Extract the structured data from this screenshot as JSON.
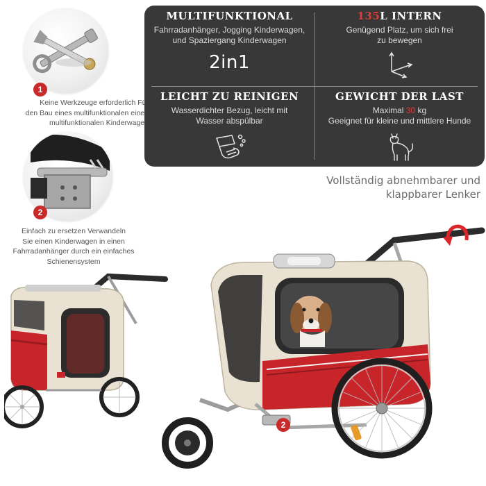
{
  "callouts": [
    {
      "number": "1",
      "text_lines": [
        "Keine Werkzeuge erforderlich Für",
        "den Bau eines multifunktionalen einen",
        "multifunktionalen Kinderwagen"
      ]
    },
    {
      "number": "2",
      "text_lines": [
        "Einfach zu ersetzen Verwandeln",
        "Sie einen Kinderwagen in einen",
        "Fahrradanhänger durch ein einfaches",
        "Schienensystem"
      ]
    }
  ],
  "features": {
    "top_left": {
      "title": "MULTIFUNKTIONAL",
      "desc_lines": [
        "Fahrradanhänger, Jogging Kinderwagen,",
        "und Spaziergang Kinderwagen"
      ],
      "big": "2in1"
    },
    "top_right": {
      "title_accent": "135",
      "title_rest": "L INTERN",
      "desc_lines": [
        "Genügend Platz, um sich frei",
        "zu bewegen"
      ],
      "icon": "3d-axes-icon"
    },
    "bottom_left": {
      "title": "LEICHT ZU REINIGEN",
      "desc_lines": [
        "Wasserdichter Bezug, leicht mit",
        "Wasser abspülbar"
      ],
      "icon": "cleaning-hand-icon"
    },
    "bottom_right": {
      "title": "GEWICHT DER LAST",
      "desc_prefix": "Maximal ",
      "desc_accent": "30",
      "desc_suffix": " kg",
      "desc_line2": "Geeignet für kleine und mittlere Hunde",
      "icon": "cat-icon"
    }
  },
  "handle_caption_lines": [
    "Vollständig abnehmbarer und",
    "klappbarer Lenker"
  ],
  "stroller_badge": "2",
  "colors": {
    "panel_bg": "#383838",
    "accent_red": "#e03b3b",
    "badge_red": "#c92a2a",
    "cover_red": "#c8252b",
    "cover_cream": "#e9e2d3"
  }
}
